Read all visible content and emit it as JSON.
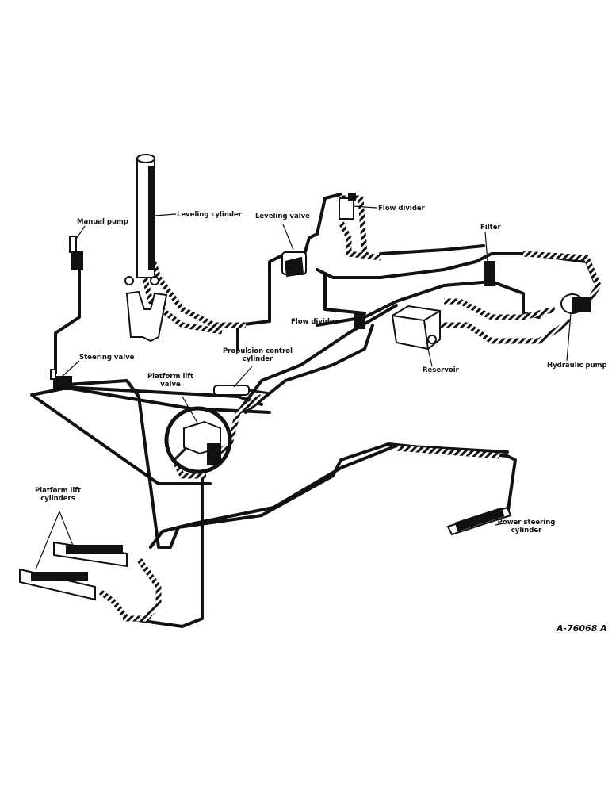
{
  "labels": {
    "leveling_cylinder": "Leveling cylinder",
    "manual_pump": "Manual pump",
    "leveling_valve": "Leveling valve",
    "flow_divider_top": "Flow divider",
    "filter": "Filter",
    "flow_divider_mid": "Flow divider",
    "hydraulic_pump": "Hydraulic pump",
    "reservoir": "Reservoir",
    "steering_valve": "Steering valve",
    "propulsion_control_cylinder_1": "Propulsion control",
    "propulsion_control_cylinder_2": "cylinder",
    "platform_lift_valve_1": "Platform lift",
    "platform_lift_valve_2": "valve",
    "platform_lift_cylinders_1": "Platform lift",
    "platform_lift_cylinders_2": "cylinders",
    "power_steering_cylinder_1": "Power steering",
    "power_steering_cylinder_2": "cylinder"
  },
  "figure_code": "A-76068 A",
  "colors": {
    "ink": "#111111",
    "paper": "#ffffff"
  }
}
